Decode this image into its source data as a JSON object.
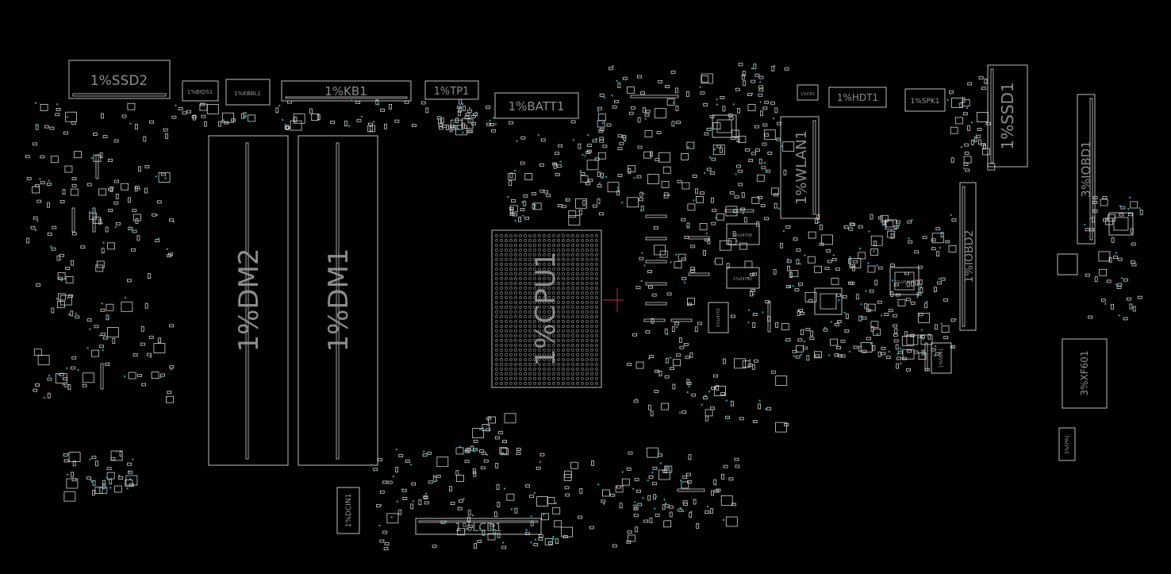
{
  "board": {
    "background": "#000000",
    "outline_color": "#bdbdbd",
    "label_color": "#8c8c8c",
    "via_color": "#1aa6a6",
    "marker_color": "#c0304a"
  },
  "components": {
    "ssd2": "1%SSD2",
    "bios1": "1%BIOS1",
    "kbbl1": "1%KBBL1",
    "kb1": "1%KB1",
    "tp1": "1%TP1",
    "batt1": "1%BATT1",
    "cr1": "1%CR1",
    "hdt1": "1%HDT1",
    "spk1": "1%SPK1",
    "ssd1": "1%SSD1",
    "wlan1": "1%WLAN1",
    "iobd1": "3%IOBD1",
    "iobd2": "1%IOBD2",
    "dm2": "1%DM2",
    "dm1": "1%DM1",
    "cpu1": "1%CPU1",
    "xf601": "3%XF601",
    "fan1": "1%FAN1",
    "fpr1": "3%FPR1",
    "dcin1": "1%DCIN1",
    "lcd1": "1%LCD1",
    "u4700": "1%U4700",
    "u4702": "1%U4702",
    "u4701": "1%U4701",
    "u5000": "1%U5000"
  }
}
